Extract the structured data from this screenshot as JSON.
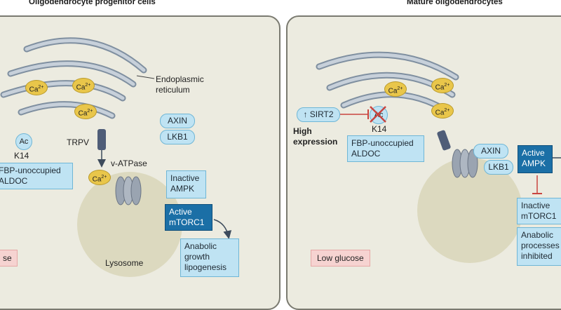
{
  "titles": {
    "left": "Oligodendrocyte progenitor cells",
    "right": "Mature oligodendrocytes"
  },
  "left": {
    "er_label": "Endoplasmic\nreticulum",
    "ca_label": "Ca",
    "ca_sup": "2+",
    "axin": "AXIN",
    "lkb1": "LKB1",
    "ac": "Ac",
    "k14": "K14",
    "aldoc": "FBP-unoccupied\nALDOC",
    "trpv": "TRPV",
    "vatpase": "v-ATPase",
    "inactive_ampk": "Inactive\nAMPK",
    "active_mtorc1": "Active\nmTORC1",
    "anabolic": "Anabolic\ngrowth\nlipogenesis",
    "lysosome": "Lysosome",
    "glucose": "se"
  },
  "right": {
    "ca_label": "Ca",
    "ca_sup": "2+",
    "sirt2": "↑ SIRT2",
    "ac": "Ac",
    "k14": "K14",
    "high_expression": "High\nexpression",
    "aldoc": "FBP-unoccupied\nALDOC",
    "axin": "AXIN",
    "lkb1": "LKB1",
    "active_ampk": "Active\nAMPK",
    "inactive_mtorc1": "Inactive\nmTORC1",
    "anabolic": "Anabolic\nprocesses\ninhibited",
    "glucose": "Low glucose"
  },
  "colors": {
    "panel": "#ecebe0",
    "box": "#bfe3f3",
    "dark_box": "#1b6fa6",
    "calcium": "#e9c64a",
    "inhibit": "#c9453f",
    "pink": "#f6d3d1"
  }
}
